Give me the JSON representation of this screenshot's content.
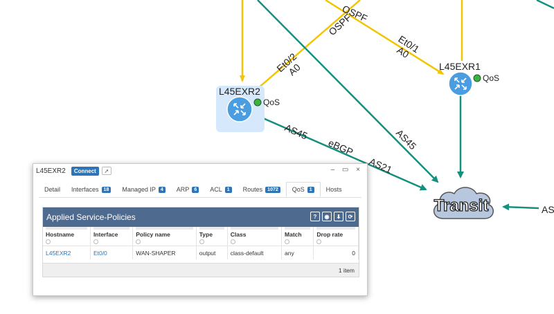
{
  "topology": {
    "nodes": {
      "l45exr2": "L45EXR2",
      "l45exr1": "L45EXR1",
      "transit": "Transit",
      "qos_label": "QoS"
    },
    "link_labels": {
      "ospf_upper": "OSPF",
      "ospf_lower": "OSPF",
      "et0_1": "Et0/1",
      "a0_right": "A0",
      "et0_2": "Et0/2",
      "a0_left": "A0",
      "as45_diag": "AS45",
      "as45_left": "AS45",
      "ebgp": "eBGP",
      "as21": "AS21",
      "as_right": "AS"
    },
    "colors": {
      "ospf_link": "#f2c500",
      "bgp_link": "#14907f",
      "router_fill": "#4a9de0",
      "qos_dot": "#3cb043",
      "selection": "#d6e8fb",
      "cloud_fill": "#b7c7dd"
    }
  },
  "window": {
    "title": "L45EXR2",
    "connect_label": "Connect",
    "send_icon": "paper-plane-icon",
    "controls": "– ▭ ×",
    "tabs": [
      {
        "label": "Detail",
        "badge": ""
      },
      {
        "label": "Interfaces",
        "badge": "18"
      },
      {
        "label": "Managed IP",
        "badge": "4"
      },
      {
        "label": "ARP",
        "badge": "6"
      },
      {
        "label": "ACL",
        "badge": "1"
      },
      {
        "label": "Routes",
        "badge": "1072"
      },
      {
        "label": "QoS",
        "badge": "1"
      },
      {
        "label": "Hosts",
        "badge": ""
      }
    ],
    "active_tab": "QoS",
    "panel": {
      "title": "Applied Service-Policies",
      "tool_icons": [
        "help-icon",
        "eye-icon",
        "download-icon",
        "refresh-icon"
      ],
      "tool_glyphs": [
        "?",
        "◉",
        "⬇",
        "⟳"
      ],
      "columns": [
        "Hostname",
        "Interface",
        "Policy name",
        "Type",
        "Class",
        "Match",
        "Drop rate"
      ],
      "rows": [
        [
          "L45EXR2",
          "Et0/0",
          "WAN-SHAPER",
          "output",
          "class-default",
          "any",
          "0"
        ]
      ],
      "footer": "1 item"
    }
  }
}
